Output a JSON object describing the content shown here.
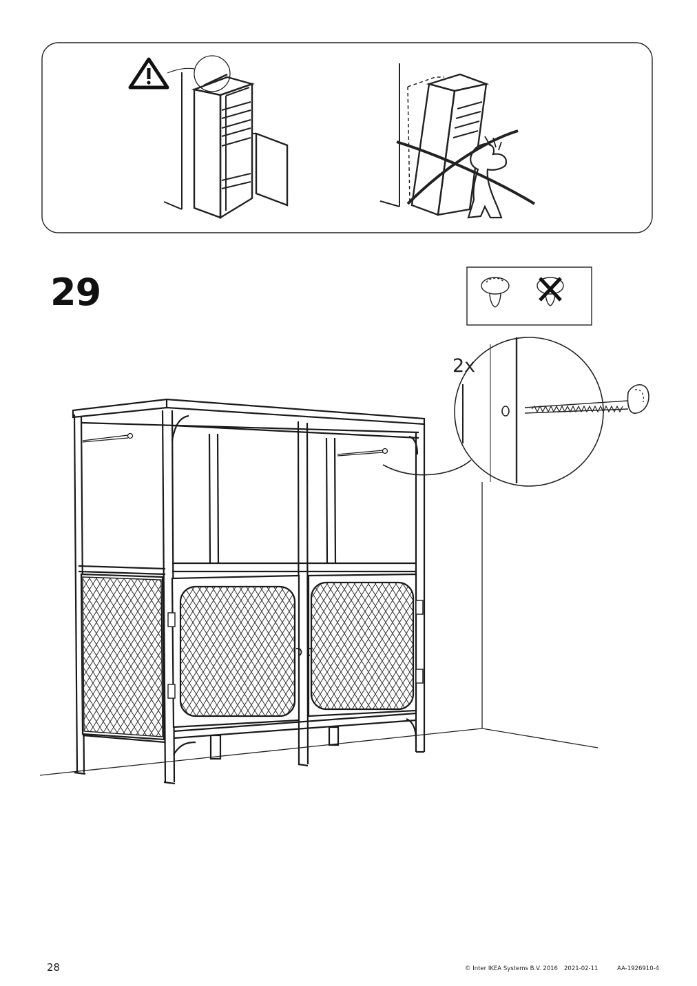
{
  "step": {
    "number": "29"
  },
  "callout": {
    "quantity": "2x"
  },
  "footer": {
    "page_number": "28",
    "copyright": "© Inter IKEA Systems B.V. 2016",
    "date": "2021-02-11",
    "document_id": "AA-1926910-4"
  }
}
